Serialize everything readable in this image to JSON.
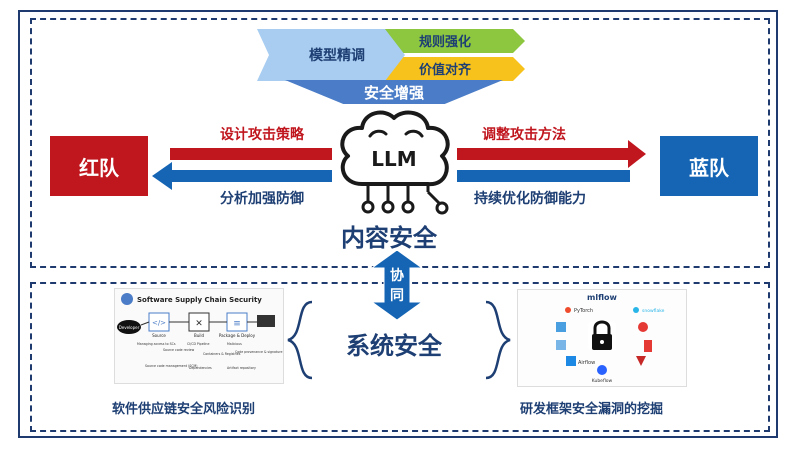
{
  "top_chevrons": {
    "model_tuning": "模型精调",
    "rule_reinforce": "规则强化",
    "value_align": "价值对齐"
  },
  "safety_enhance": "安全增强",
  "llm_label": "LLM",
  "red_team": "红队",
  "blue_team": "蓝队",
  "design_attack": "设计攻击策略",
  "analyze_defense": "分析加强防御",
  "adjust_attack": "调整攻击方法",
  "optimize_defense": "持续优化防御能力",
  "content_security": "内容安全",
  "collab": "协同",
  "system_security": "系统安全",
  "supply_chain_caption": "软件供应链安全风险识别",
  "framework_caption": "研发框架安全漏洞的挖掘",
  "supply_chain_figure": {
    "title": "Software Supply Chain Security",
    "developer": "Developer",
    "source": "Source",
    "build": "Build",
    "package": "Package & Deploy",
    "notes": [
      "Managing access to SCs",
      "Source code review",
      "CI/CD Pipeline",
      "Containers & Registries",
      "Malicious",
      "Code provenance & signature",
      "Source code management (SCM)",
      "Dependencies",
      "Artifact repository"
    ]
  },
  "framework_figure": {
    "mlflow": "mlflow",
    "pytorch": "PyTorch",
    "snowflake": "snowflake",
    "airflow": "Airflow",
    "kubeflow": "Kubeflow"
  },
  "colors": {
    "red": "#c0161e",
    "blue": "#1565b4",
    "navy": "#1e3f73",
    "green": "#8dc63f",
    "yellow": "#f7c21c",
    "chevron_blue": "#a8cdf0"
  }
}
